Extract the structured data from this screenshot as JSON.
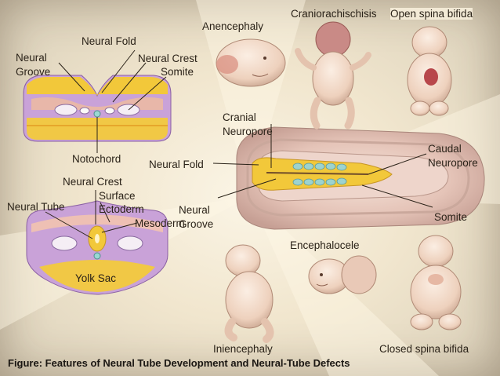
{
  "caption": "Figure: Features of Neural Tube Development and Neural-Tube Defects",
  "top_section": {
    "neural_fold": "Neural Fold",
    "neural_groove_1": "Neural",
    "neural_groove_2": "Groove",
    "neural_crest": "Neural Crest",
    "somite": "Somite",
    "notochord": "Notochord"
  },
  "bottom_section": {
    "neural_crest": "Neural Crest",
    "surface_1": "Surface",
    "surface_2": "Ectoderm",
    "neural_tube": "Neural Tube",
    "mesoderm": "Mesoderm",
    "yolk_sac": "Yolk Sac"
  },
  "embryo": {
    "cranial_1": "Cranial",
    "cranial_2": "Neuropore",
    "neural_fold": "Neural Fold",
    "groove_1": "Neural",
    "groove_2": "Groove",
    "caudal_1": "Caudal",
    "caudal_2": "Neuropore",
    "somite": "Somite"
  },
  "defects": {
    "anencephaly": "Anencephaly",
    "craniorachischisis": "Craniorachischisis",
    "open_spina_bifida": "Open spina bifida",
    "encephalocele": "Encephalocele",
    "iniencephaly": "Iniencephaly",
    "closed_spina_bifida": "Closed spina bifida"
  },
  "colors": {
    "neural_plate": "#f2c83a",
    "tissue": "#b57ab0",
    "skin": "#f1d8c4",
    "background": "#f3ead6"
  }
}
